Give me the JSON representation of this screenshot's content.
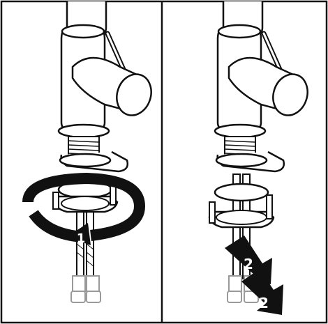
{
  "panels": [
    {
      "id": "panel-1",
      "step_label": "1"
    },
    {
      "id": "panel-2",
      "step_label": "2",
      "step_label_secondary": "2"
    }
  ],
  "colors": {
    "stroke": "#111111",
    "fill": "#ffffff",
    "hose": "#9a9a9a",
    "arrow": "#111111"
  },
  "icons": {
    "rotate_arrow": "rotate-arrow-icon",
    "down_arrow": "down-arrow-icon"
  }
}
